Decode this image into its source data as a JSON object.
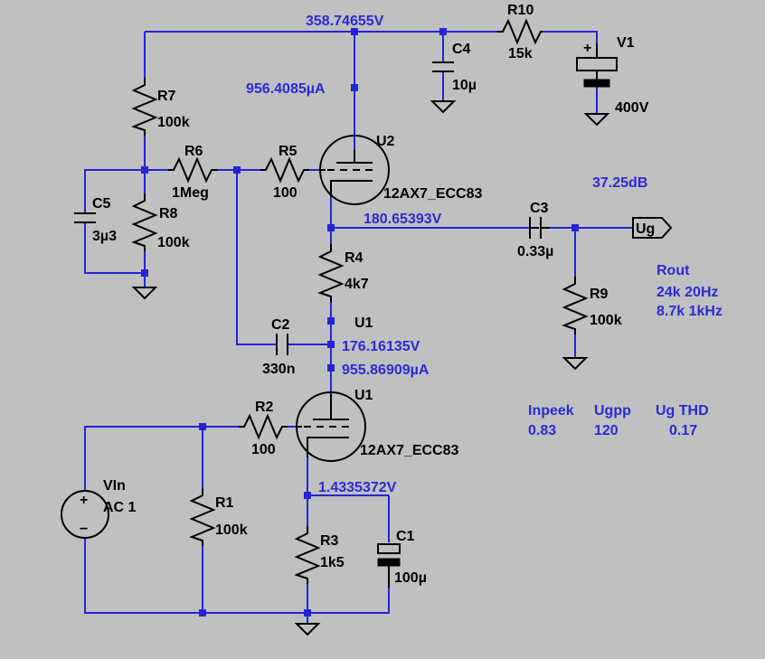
{
  "colors": {
    "background": "#c0c0c0",
    "wire": "#2424d6",
    "component": "#000000",
    "annotation": "#2a2ad4"
  },
  "top_node_voltage": "358.74655V",
  "r10": {
    "name": "R10",
    "value": "15k"
  },
  "c4": {
    "name": "C4",
    "value": "10µ"
  },
  "v1": {
    "name": "V1",
    "value": "400V",
    "plus": "+"
  },
  "r7": {
    "name": "R7",
    "value": "100k"
  },
  "u2_current": "956.4085µA",
  "u2": {
    "name": "U2",
    "model": "12AX7_ECC83"
  },
  "r6": {
    "name": "R6",
    "value": "1Meg"
  },
  "r5": {
    "name": "R5",
    "value": "100"
  },
  "c5": {
    "name": "C5",
    "value": "3µ3"
  },
  "r8": {
    "name": "R8",
    "value": "100k"
  },
  "gain": "37.25dB",
  "c3": {
    "name": "C3",
    "value": "0.33µ"
  },
  "u2_cathode_voltage": "180.65393V",
  "out_label": "Ug",
  "r4": {
    "name": "R4",
    "value": "4k7"
  },
  "r9": {
    "name": "R9",
    "value": "100k"
  },
  "rout": {
    "title": "Rout",
    "line1": "24k 20Hz",
    "line2": "8.7k  1kHz"
  },
  "u1_node_label": "U1",
  "c2": {
    "name": "C2",
    "value": "330n"
  },
  "u1_anode_voltage": "176.16135V",
  "u1_current": "955.86909µA",
  "r2": {
    "name": "R2",
    "value": "100"
  },
  "u1": {
    "name": "U1",
    "model": "12AX7_ECC83"
  },
  "measurements": {
    "headers": [
      "Inpeek",
      "Ugpp",
      "Ug THD"
    ],
    "values": [
      "0.83",
      "120",
      "0.17"
    ]
  },
  "vin": {
    "name": "VIn",
    "value": "AC 1",
    "plus": "+",
    "minus": "−"
  },
  "r1": {
    "name": "R1",
    "value": "100k"
  },
  "u1_cathode_voltage": "1.4335372V",
  "r3": {
    "name": "R3",
    "value": "1k5"
  },
  "c1": {
    "name": "C1",
    "value": "100µ"
  }
}
